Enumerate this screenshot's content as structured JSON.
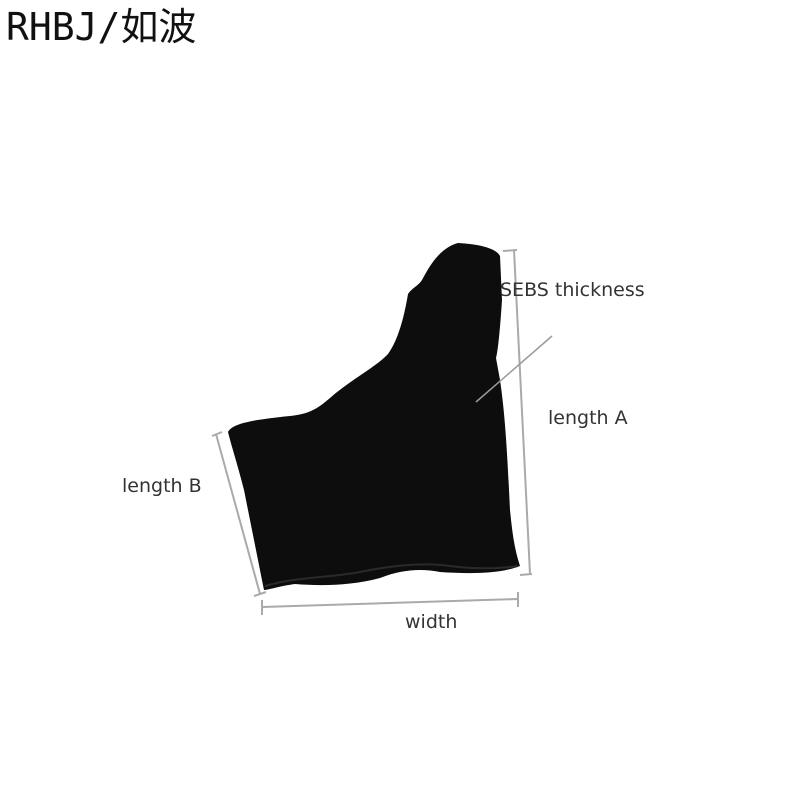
{
  "brand": {
    "text": "RHBJ/如波"
  },
  "diagram": {
    "product_color": "#0d0d0d",
    "labels": {
      "sebs": "SEBS thickness",
      "length_a": "length  A",
      "length_b": "length  B",
      "width": "width"
    }
  }
}
